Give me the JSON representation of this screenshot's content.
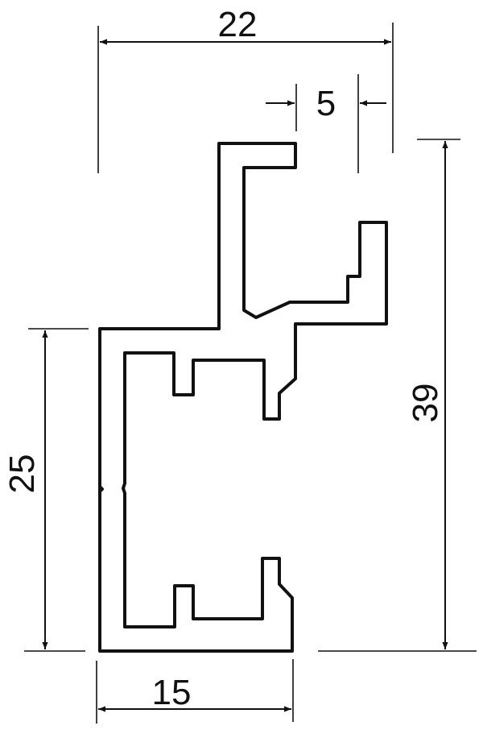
{
  "drawing": {
    "subject": "aluminum profile cross-section",
    "stroke_color": "#111111",
    "background": "#ffffff"
  },
  "dimensions": {
    "overall_width": {
      "label": "22",
      "orientation": "horizontal",
      "position": "top"
    },
    "slot_width": {
      "label": "5",
      "orientation": "horizontal",
      "position": "top-right"
    },
    "overall_height": {
      "label": "39",
      "orientation": "vertical",
      "position": "right"
    },
    "base_height": {
      "label": "25",
      "orientation": "vertical",
      "position": "left"
    },
    "base_width": {
      "label": "15",
      "orientation": "horizontal",
      "position": "bottom"
    }
  }
}
